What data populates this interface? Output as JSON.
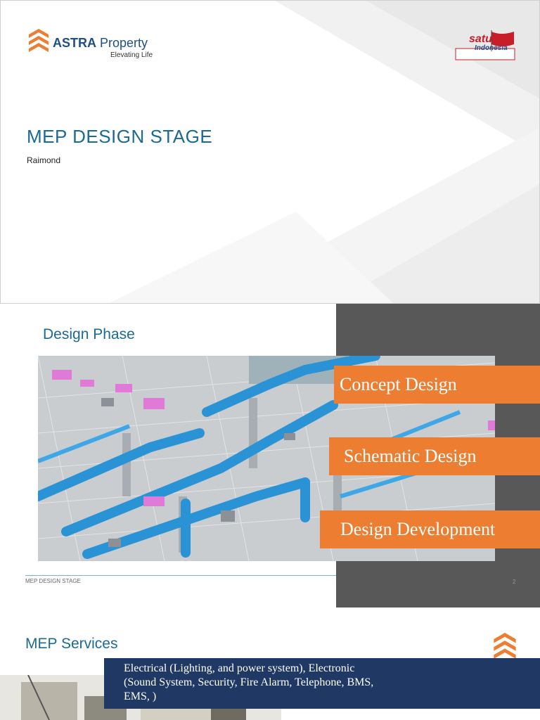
{
  "slide1": {
    "logo_brand": "ASTRA",
    "logo_brand_suffix": "Property",
    "logo_tagline": "Elevating Life",
    "satu_logo_text": "satu",
    "satu_logo_subtext": "Indonesia",
    "title": "MEP DESIGN STAGE",
    "author": "Raimond"
  },
  "slide2": {
    "title": "Design Phase",
    "phases": [
      "Concept Design",
      "Schematic Design",
      "Design Development"
    ],
    "footer_text": "MEP DESIGN STAGE",
    "page_number": "2"
  },
  "slide3": {
    "title": "MEP Services",
    "box_lines": [
      "Electrical (Lighting, and power system), Electronic",
      "(Sound System, Security, Fire Alarm, Telephone, BMS,",
      "EMS, )"
    ]
  },
  "colors": {
    "title_blue": "#1c6a94",
    "orange": "#ed7d31",
    "dark_grey": "#585858",
    "navy": "#1f3864"
  }
}
